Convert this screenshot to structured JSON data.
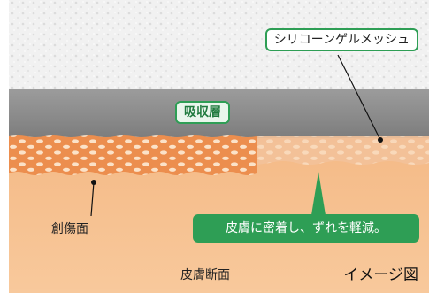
{
  "labels": {
    "mesh": "シリコーンゲルメッシュ",
    "absorbent": "吸収層",
    "wound": "創傷面",
    "skin_section": "皮膚断面",
    "callout": "皮膚に密着し、ずれを軽減。",
    "image_note": "イメージ図"
  },
  "colors": {
    "accent_green": "#2e9e55",
    "skin": "#f6c08c",
    "gel_mesh": "#ec8e4e",
    "absorbent_pad": "#8f8f8f",
    "top_layer": "#f2f2f2"
  }
}
